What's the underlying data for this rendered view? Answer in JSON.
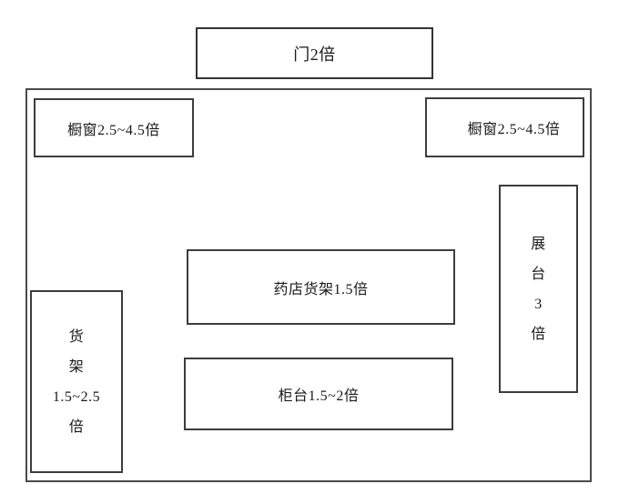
{
  "diagram": {
    "title": "store-layout-diagram",
    "door": {
      "label": "门2倍"
    },
    "window_left": {
      "label": "橱窗2.5~4.5倍"
    },
    "window_right": {
      "label": "橱窗2.5~4.5倍"
    },
    "pharmacy_shelf": {
      "label": "药店货架1.5倍"
    },
    "counter": {
      "label": "柜台1.5~2倍"
    },
    "shelf": {
      "lines": [
        "货",
        "架",
        "1.5~2.5",
        "倍"
      ]
    },
    "display_stand": {
      "lines": [
        "展",
        "台",
        "3",
        "倍"
      ]
    },
    "colors": {
      "background": "#ffffff",
      "border": "#3d3d3d",
      "text": "#1a1a1a"
    }
  }
}
